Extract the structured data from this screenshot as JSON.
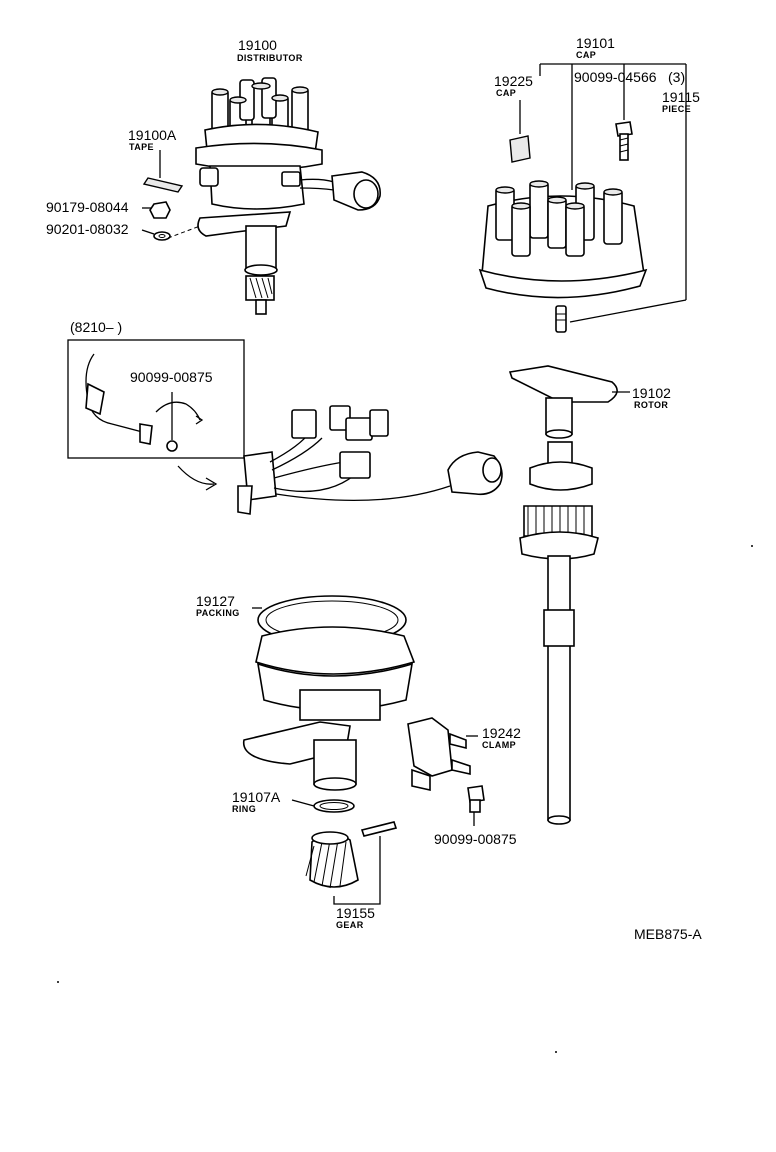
{
  "labels": {
    "distributor": {
      "num": "19100",
      "name": "DISTRIBUTOR"
    },
    "tape": {
      "num": "19100A",
      "name": "TAPE"
    },
    "nut": {
      "num": "90179-08044"
    },
    "washer": {
      "num": "90201-08032"
    },
    "cap_assy": {
      "num": "19101",
      "name": "CAP"
    },
    "cap_small": {
      "num": "19225",
      "name": "CAP"
    },
    "cap_screw": {
      "num": "90099-04566",
      "qty": "(3)"
    },
    "piece": {
      "num": "19115",
      "name": "PIECE"
    },
    "date_range": {
      "text": "(8210–        )"
    },
    "harness_screw": {
      "num": "90099-00875"
    },
    "rotor": {
      "num": "19102",
      "name": "ROTOR"
    },
    "packing": {
      "num": "19127",
      "name": "PACKING"
    },
    "clamp": {
      "num": "19242",
      "name": "CLAMP"
    },
    "ring": {
      "num": "19107A",
      "name": "RING"
    },
    "clamp_screw": {
      "num": "90099-00875"
    },
    "gear": {
      "num": "19155",
      "name": "GEAR"
    },
    "diagram_code": {
      "text": "MEB875-A"
    }
  }
}
